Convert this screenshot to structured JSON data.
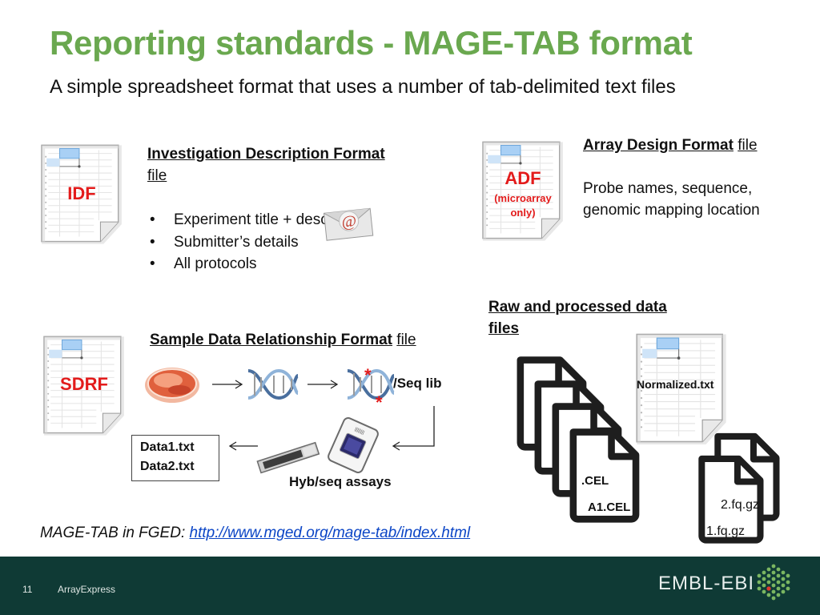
{
  "title": "Reporting standards - MAGE-TAB format",
  "subtitle": "A simple spreadsheet format that uses a number of tab-delimited text files",
  "idf": {
    "label": "IDF",
    "heading": "Investigation Description Format",
    "heading_suffix": "file",
    "bullets": [
      "Experiment title + description",
      "Submitter’s details",
      "All protocols"
    ]
  },
  "adf": {
    "label": "ADF",
    "sublabel_line1": "(microarray",
    "sublabel_line2": "only)",
    "heading": "Array Design Format",
    "heading_suffix": "file",
    "description": "Probe names, sequence, genomic mapping location"
  },
  "sdrf": {
    "label": "SDRF",
    "heading": "Sample Data Relationship Format",
    "heading_suffix": "file",
    "seq_lib_label": "/Seq lib",
    "asterisk": "*",
    "data_files": [
      "Data1.txt",
      "Data2.txt"
    ],
    "assays_label": "Hyb/seq assays"
  },
  "raw": {
    "heading_line1": "Raw and processed data",
    "heading_line2": "files",
    "normalized_label": "Normalized.txt",
    "cel_files": [
      "A1.CEL",
      ".CEL"
    ],
    "fastq_files": [
      "1.fq.gz",
      "2.fq.gz"
    ]
  },
  "link": {
    "prefix": "MAGE-TAB in FGED: ",
    "url": "http://www.mged.org/mage-tab/index.html"
  },
  "footer": {
    "page_number": "11",
    "section": "ArrayExpress",
    "logo_text": "EMBL-EBI"
  },
  "colors": {
    "title_green": "#6aa84f",
    "label_red": "#e31b1b",
    "footer_bg": "#0f3a35",
    "link_blue": "#0b45c6"
  },
  "icons": [
    "spreadsheet-document-icon",
    "email-at-icon",
    "dna-helix-icon",
    "petri-dish-icon",
    "microarray-slide-icon",
    "sequencing-chip-icon",
    "arrow-right-icon",
    "arrow-left-icon",
    "file-stack-icon",
    "embl-ebi-logo-icon"
  ]
}
